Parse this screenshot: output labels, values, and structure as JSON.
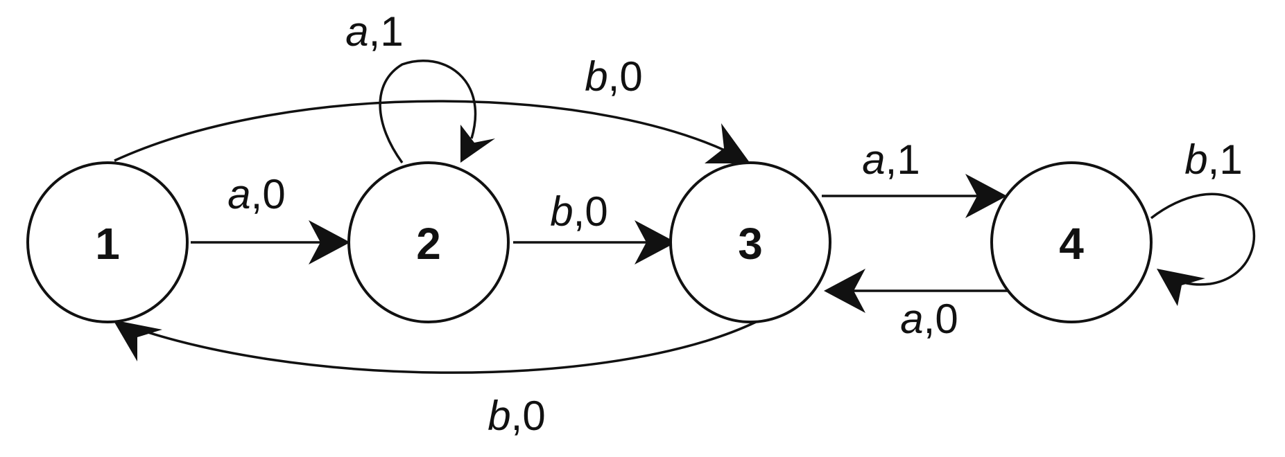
{
  "states": [
    {
      "id": "1",
      "label": "1"
    },
    {
      "id": "2",
      "label": "2"
    },
    {
      "id": "3",
      "label": "3"
    },
    {
      "id": "4",
      "label": "4"
    }
  ],
  "transitions": [
    {
      "from": "1",
      "to": "2",
      "input": "a",
      "output": "0"
    },
    {
      "from": "1",
      "to": "3",
      "input": "b",
      "output": "0"
    },
    {
      "from": "2",
      "to": "2",
      "input": "a",
      "output": "1"
    },
    {
      "from": "2",
      "to": "3",
      "input": "b",
      "output": "0"
    },
    {
      "from": "3",
      "to": "4",
      "input": "a",
      "output": "1"
    },
    {
      "from": "3",
      "to": "1",
      "input": "b",
      "output": "0"
    },
    {
      "from": "4",
      "to": "3",
      "input": "a",
      "output": "0"
    },
    {
      "from": "4",
      "to": "4",
      "input": "b",
      "output": "1"
    }
  ]
}
